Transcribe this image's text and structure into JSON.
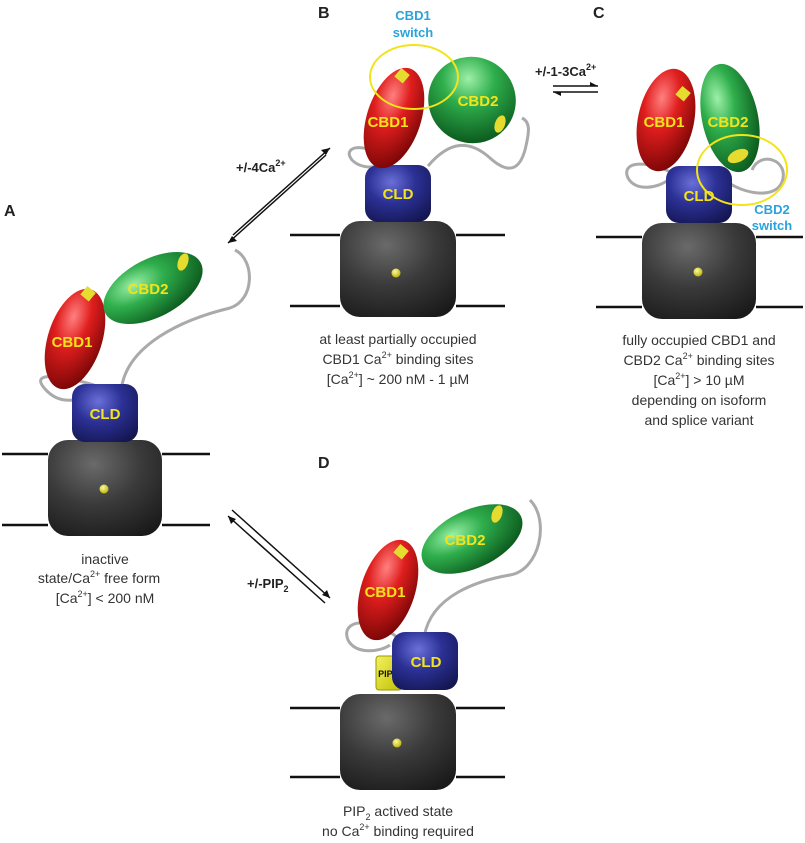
{
  "panels": {
    "A": {
      "letter": "A",
      "caption": [
        "inactive",
        "state/Ca",
        "2+",
        " free form",
        "[Ca",
        "2+",
        "] < 200 nM"
      ]
    },
    "B": {
      "letter": "B",
      "switch_line1": "CBD1",
      "switch_line2": "switch",
      "caption": [
        "at least partially occupied",
        "CBD1 Ca",
        "2+",
        " binding sites",
        "[Ca",
        "2+",
        "] ~ 200 nM - 1 µM"
      ]
    },
    "C": {
      "letter": "C",
      "switch_line1": "CBD2",
      "switch_line2": "switch",
      "caption": [
        "fully occupied CBD1 and",
        "CBD2 Ca",
        "2+",
        " binding sites",
        "[Ca",
        "2+",
        "] > 10 µM",
        "depending on isoform",
        "and splice variant"
      ]
    },
    "D": {
      "letter": "D",
      "pip_box": "PIP",
      "pip_box_sub": "2",
      "caption": [
        "PIP",
        "2",
        " actived state",
        "no Ca",
        "2+",
        " binding required"
      ]
    }
  },
  "domains": {
    "cbd1": "CBD1",
    "cbd2": "CBD2",
    "cld": "CLD"
  },
  "transitions": {
    "a_to_b": {
      "text": "+/-4Ca",
      "sup": "2+"
    },
    "b_to_c": {
      "text": "+/-1-3Ca",
      "sup": "2+"
    },
    "a_to_d": {
      "text": "+/-PIP",
      "sub": "2"
    }
  },
  "colors": {
    "cbd1": "#d81c1c",
    "cbd2": "#2aa84a",
    "cld": "#2b2f8c",
    "channel": "#3a3a3a",
    "switch_ring": "#f2e419",
    "switch_text": "#2aa3dc",
    "label_yellow": "#f2e419"
  }
}
